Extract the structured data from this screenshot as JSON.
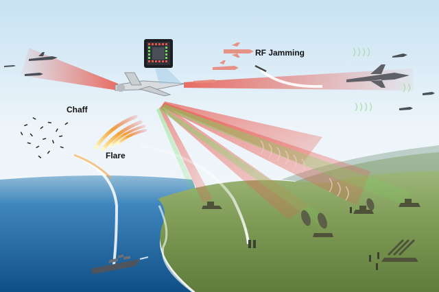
{
  "labels": {
    "rf_jamming": "RF Jamming",
    "chaff": "Chaff",
    "flare": "Flare"
  },
  "colors": {
    "sky_top": "#c9e3f3",
    "sky_bottom": "#f4f8fb",
    "sea": "#1f6ea8",
    "land": "#7e9a55",
    "jamming_beam": "#e8564a",
    "detection_beam": "#6fdc5a",
    "flare": "#f2a03a"
  }
}
